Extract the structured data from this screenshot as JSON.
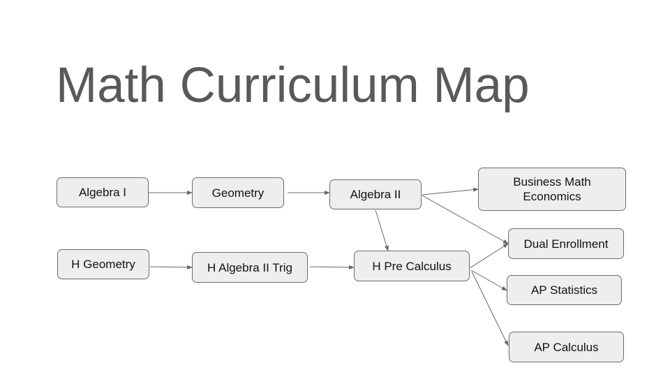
{
  "slide": {
    "title": "Math Curriculum Map"
  },
  "nodes": {
    "algebra1": {
      "label": "Algebra I"
    },
    "geometry": {
      "label": "Geometry"
    },
    "algebra2": {
      "label": "Algebra II"
    },
    "business": {
      "label": "Business Math\nEconomics"
    },
    "dual": {
      "label": "Dual Enrollment"
    },
    "hgeometry": {
      "label": "H Geometry"
    },
    "halg2trig": {
      "label": "H Algebra II Trig"
    },
    "hprecalc": {
      "label": "H Pre Calculus"
    },
    "apstats": {
      "label": "AP Statistics"
    },
    "apcalc": {
      "label": "AP Calculus"
    }
  },
  "edges": [
    {
      "from": "algebra1",
      "to": "geometry"
    },
    {
      "from": "geometry",
      "to": "algebra2"
    },
    {
      "from": "algebra2",
      "to": "business"
    },
    {
      "from": "algebra2",
      "to": "dual"
    },
    {
      "from": "algebra2",
      "to": "hprecalc"
    },
    {
      "from": "hgeometry",
      "to": "halg2trig"
    },
    {
      "from": "halg2trig",
      "to": "hprecalc"
    },
    {
      "from": "hprecalc",
      "to": "dual"
    },
    {
      "from": "hprecalc",
      "to": "apstats"
    },
    {
      "from": "hprecalc",
      "to": "apcalc"
    }
  ],
  "colors": {
    "node_fill": "#eeeeee",
    "node_border": "#6b6b6b",
    "arrow": "#666666",
    "title": "#595959"
  }
}
